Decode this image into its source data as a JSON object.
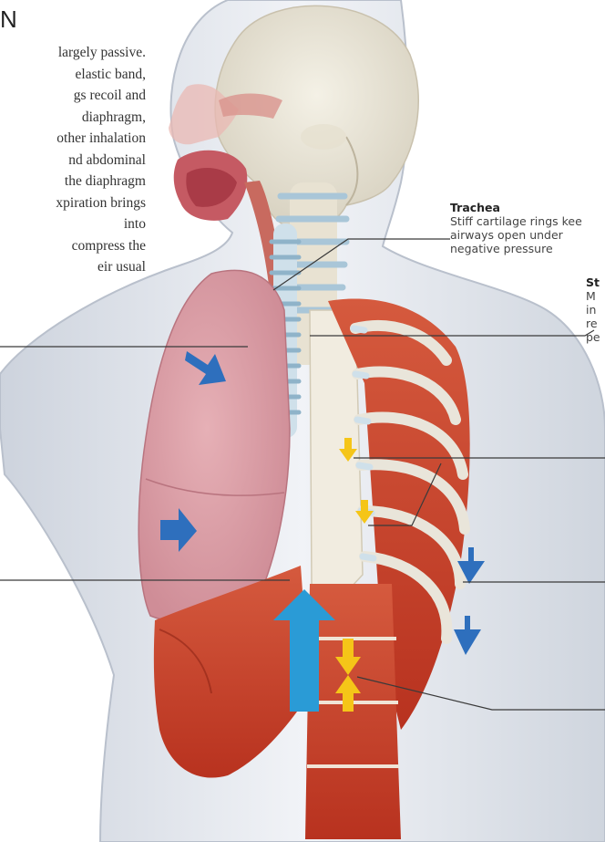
{
  "heading": "N",
  "intro_lines": [
    "largely passive.",
    "elastic band,",
    "gs recoil and",
    "diaphragm,",
    "other inhalation",
    "nd abdominal",
    "the diaphragm",
    "xpiration brings",
    "into",
    "compress the",
    "eir usual"
  ],
  "labels": {
    "trachea": {
      "title": "Trachea",
      "lines": [
        "Stiff cartilage rings kee",
        "airways open under",
        "negative pressure"
      ]
    },
    "sternum": {
      "title": "St",
      "lines": [
        "M",
        "in",
        "re",
        "pe"
      ]
    }
  },
  "arrows": {
    "lung_arrow_color": "#2e6fbd",
    "diaphragm_arrow_color": "#2a9bd6",
    "muscle_arrow_color": "#f5c518"
  },
  "colors": {
    "skin": "#e4e7ee",
    "skin_edge": "#b9c0cc",
    "lung": "#d99aa3",
    "muscle": "#c9442f",
    "bone": "#f0ece2",
    "cartilage": "#bfd7e6",
    "leader": "#3a3a3a"
  }
}
